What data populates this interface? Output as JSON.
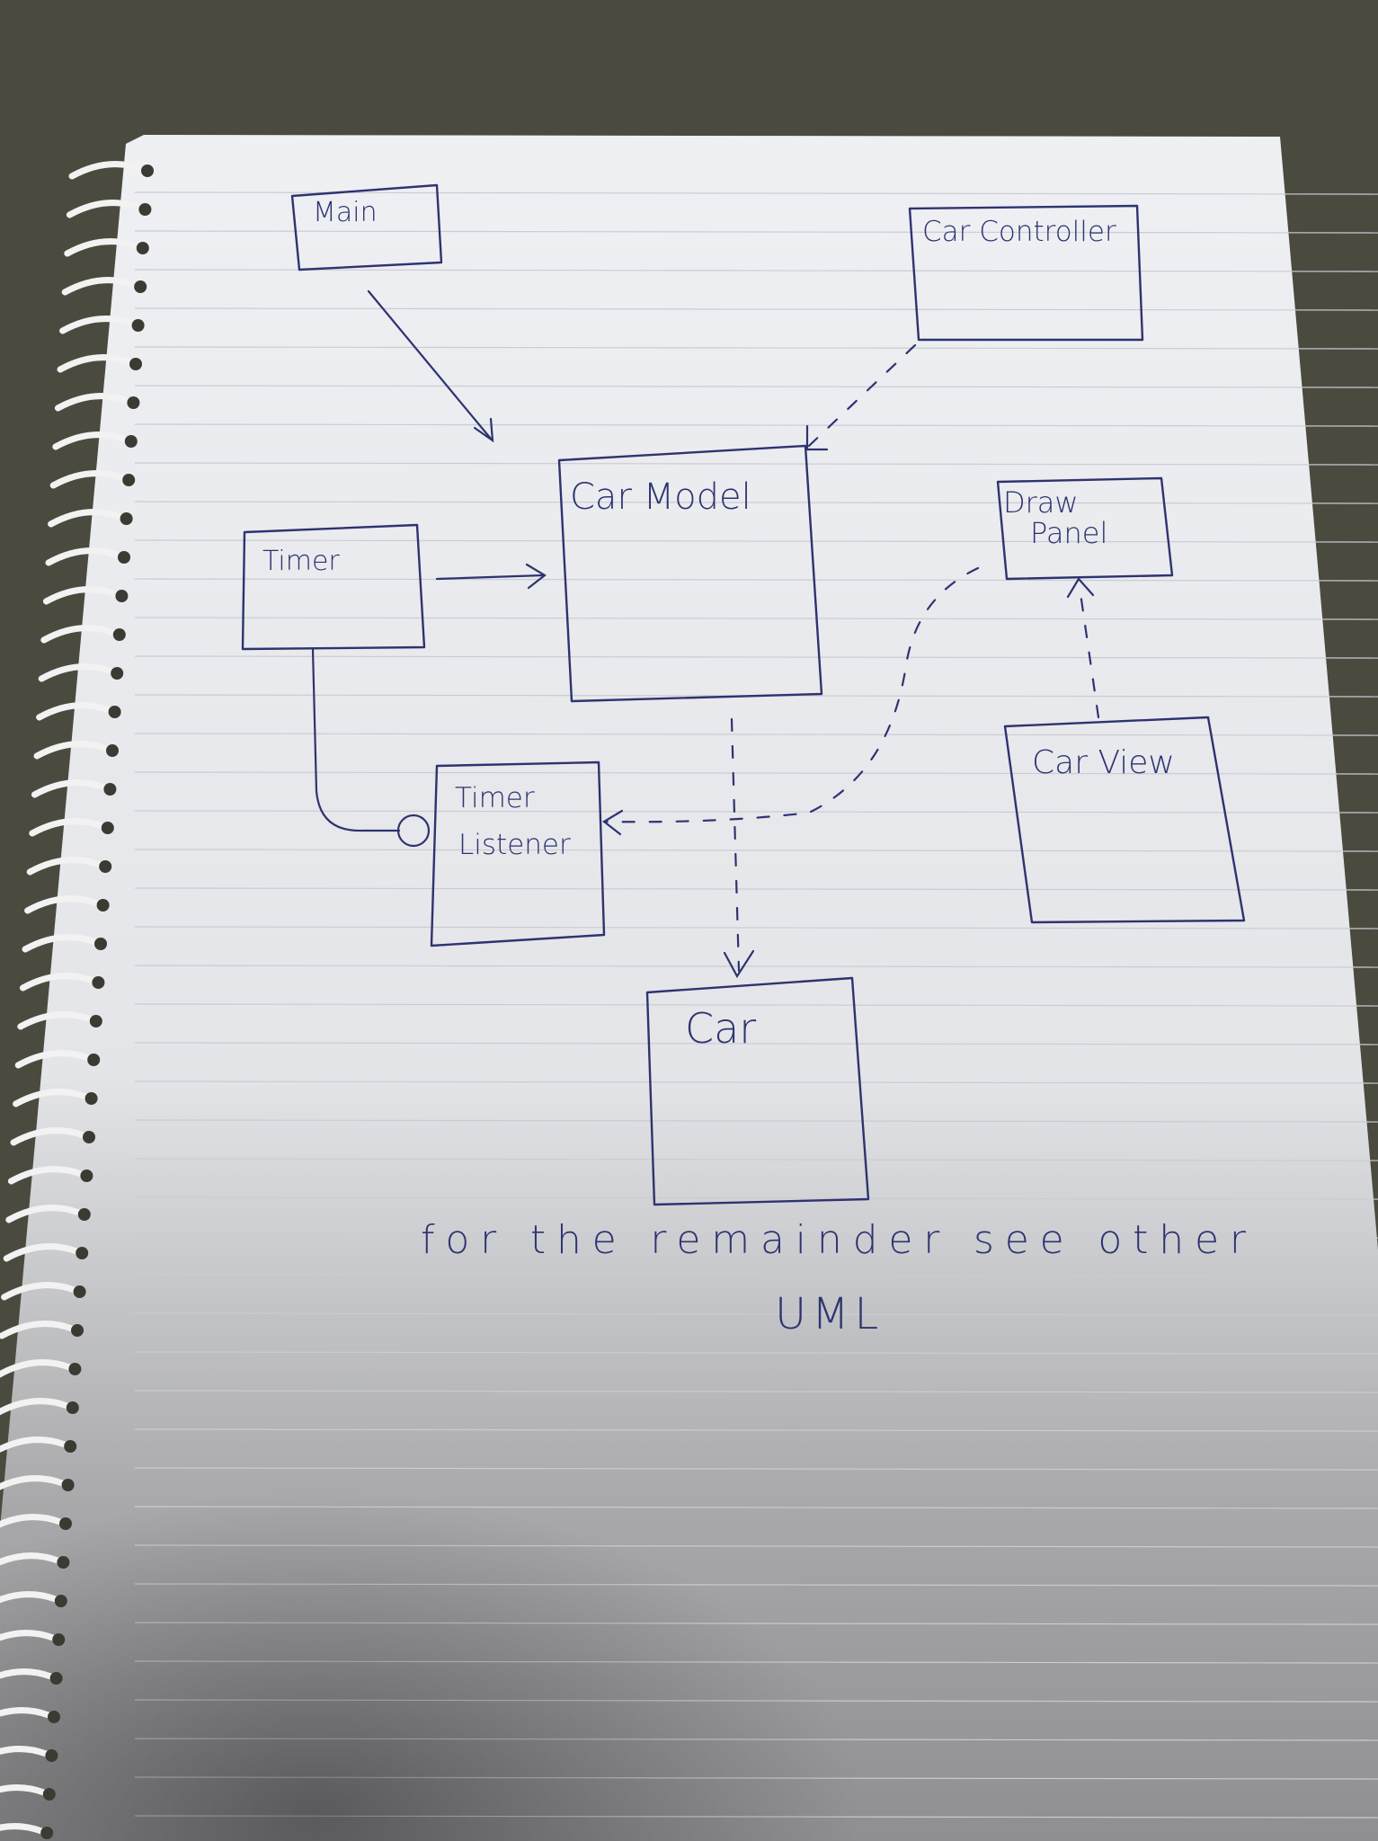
{
  "diagram": {
    "classes": {
      "main": "Main",
      "car_controller": "Car Controller",
      "car_model": "Car Model",
      "timer": "Timer",
      "draw_panel_line1": "Draw",
      "draw_panel_line2": "Panel",
      "timer_listener_line1": "Timer",
      "timer_listener_line2": "Listener",
      "car_view": "Car View",
      "car": "Car"
    },
    "note": {
      "line1": "for the remainder see other",
      "line2": "UML"
    },
    "relations": [
      {
        "from": "Main",
        "to": "Car Model",
        "style": "solid-arrow"
      },
      {
        "from": "Car Controller",
        "to": "Car Model",
        "style": "dashed-arrow"
      },
      {
        "from": "Timer",
        "to": "Car Model",
        "style": "solid-arrow"
      },
      {
        "from": "Timer",
        "to": "Timer Listener",
        "style": "interface-circle"
      },
      {
        "from": "Draw Panel",
        "to": "Timer Listener",
        "style": "dashed-arrow"
      },
      {
        "from": "Car Model",
        "to": "Car",
        "style": "dashed-arrow"
      },
      {
        "from": "Car View",
        "to": "Draw Panel",
        "style": "dashed-arrow"
      }
    ],
    "colors": {
      "ink": "#2e3370",
      "paper": "#eceef1",
      "desk": "#4b4a3f",
      "rule": "#c9ccd3"
    }
  }
}
